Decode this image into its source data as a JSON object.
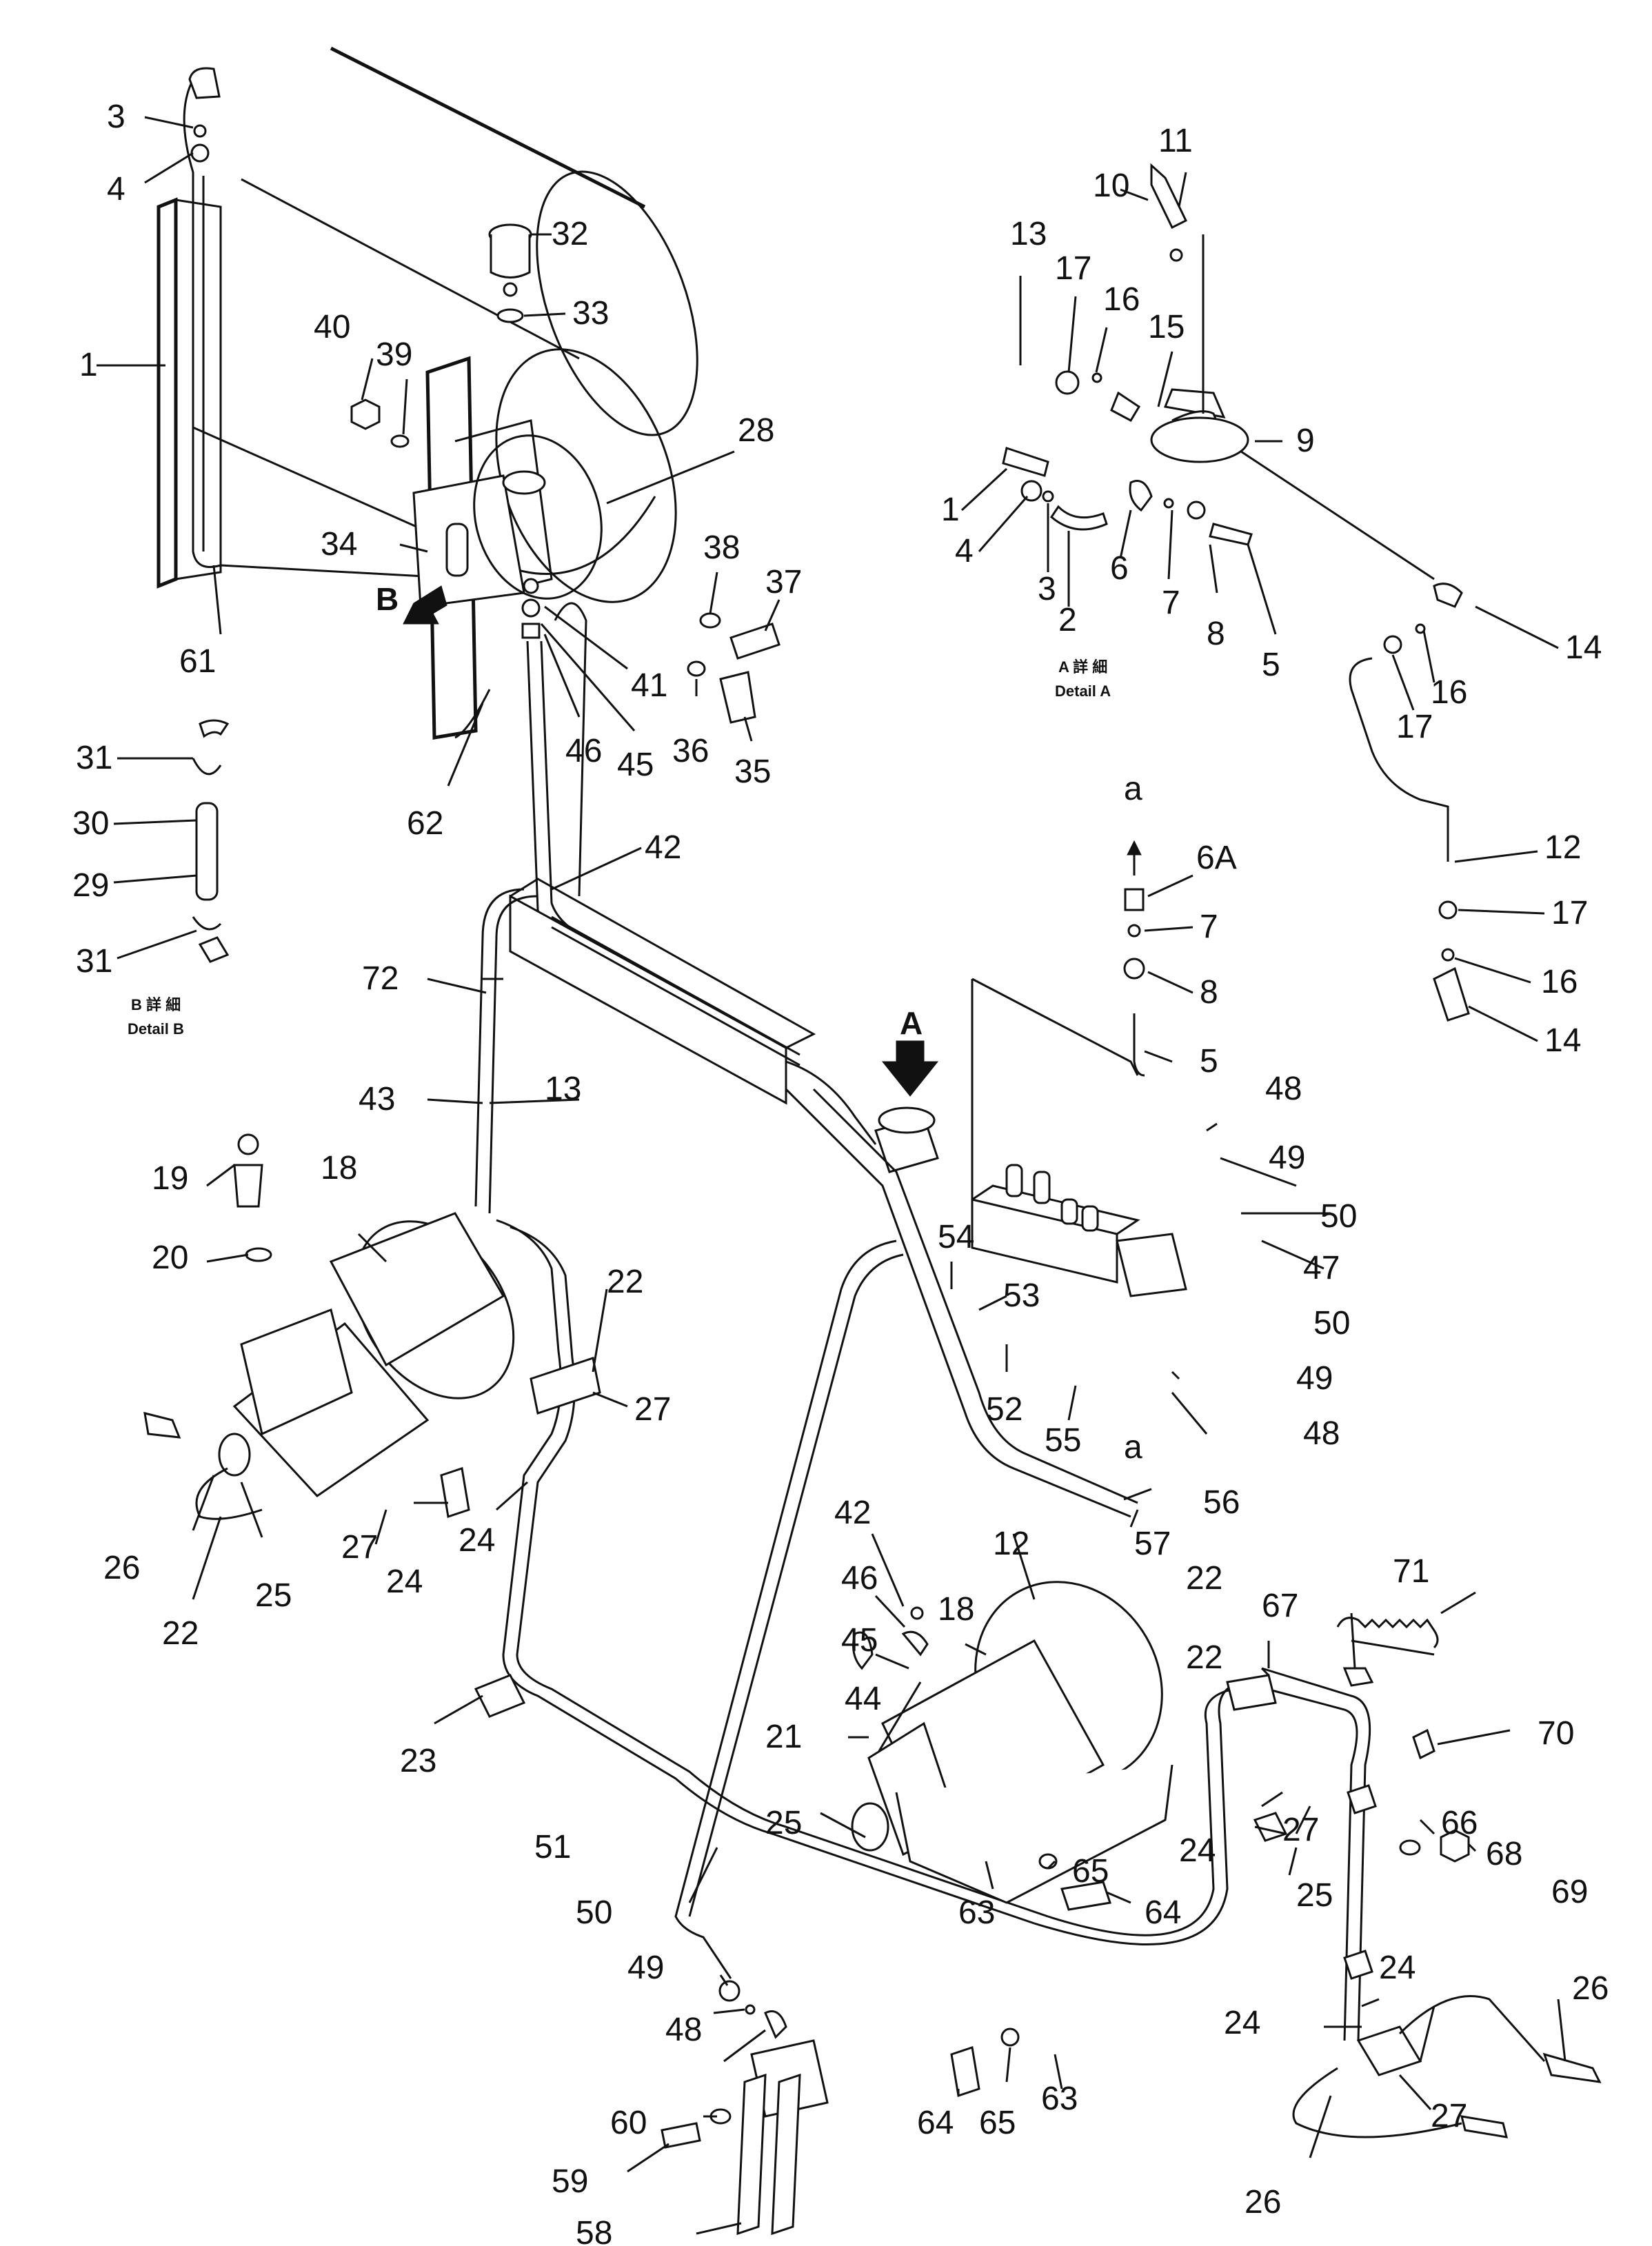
{
  "labels": [
    {
      "id": "l3",
      "text": "3"
    },
    {
      "id": "l4a",
      "text": "4"
    },
    {
      "id": "l1a",
      "text": "1"
    },
    {
      "id": "l32",
      "text": "32"
    },
    {
      "id": "l33",
      "text": "33"
    },
    {
      "id": "l40",
      "text": "40"
    },
    {
      "id": "l39",
      "text": "39"
    },
    {
      "id": "l28",
      "text": "28"
    },
    {
      "id": "l34",
      "text": "34"
    },
    {
      "id": "l38",
      "text": "38"
    },
    {
      "id": "l37",
      "text": "37"
    },
    {
      "id": "l61",
      "text": "61"
    },
    {
      "id": "l41",
      "text": "41"
    },
    {
      "id": "l46a",
      "text": "46"
    },
    {
      "id": "l36",
      "text": "36"
    },
    {
      "id": "l35",
      "text": "35"
    },
    {
      "id": "l45a",
      "text": "45"
    },
    {
      "id": "l62",
      "text": "62"
    },
    {
      "id": "l31a",
      "text": "31"
    },
    {
      "id": "l30",
      "text": "30"
    },
    {
      "id": "l29",
      "text": "29"
    },
    {
      "id": "l31b",
      "text": "31"
    },
    {
      "id": "l42a",
      "text": "42"
    },
    {
      "id": "l72",
      "text": "72"
    },
    {
      "id": "l43",
      "text": "43"
    },
    {
      "id": "l13a",
      "text": "13"
    },
    {
      "id": "l19",
      "text": "19"
    },
    {
      "id": "l18a",
      "text": "18"
    },
    {
      "id": "l20",
      "text": "20"
    },
    {
      "id": "l22a",
      "text": "22"
    },
    {
      "id": "l27a",
      "text": "27"
    },
    {
      "id": "l26a",
      "text": "26"
    },
    {
      "id": "l27b",
      "text": "27"
    },
    {
      "id": "l24a",
      "text": "24"
    },
    {
      "id": "l24b",
      "text": "24"
    },
    {
      "id": "l25a",
      "text": "25"
    },
    {
      "id": "l22b",
      "text": "22"
    },
    {
      "id": "l11",
      "text": "11"
    },
    {
      "id": "l10",
      "text": "10"
    },
    {
      "id": "l13b",
      "text": "13"
    },
    {
      "id": "l17a",
      "text": "17"
    },
    {
      "id": "l16a",
      "text": "16"
    },
    {
      "id": "l15",
      "text": "15"
    },
    {
      "id": "l9",
      "text": "9"
    },
    {
      "id": "l1b",
      "text": "1"
    },
    {
      "id": "l4b",
      "text": "4"
    },
    {
      "id": "l3b",
      "text": "3"
    },
    {
      "id": "l2",
      "text": "2"
    },
    {
      "id": "l6",
      "text": "6"
    },
    {
      "id": "l7a",
      "text": "7"
    },
    {
      "id": "l8a",
      "text": "8"
    },
    {
      "id": "l5a",
      "text": "5"
    },
    {
      "id": "l14a",
      "text": "14"
    },
    {
      "id": "l16b",
      "text": "16"
    },
    {
      "id": "l17b",
      "text": "17"
    },
    {
      "id": "la1",
      "text": "a"
    },
    {
      "id": "l6A",
      "text": "6A"
    },
    {
      "id": "l7b",
      "text": "7"
    },
    {
      "id": "l8b",
      "text": "8"
    },
    {
      "id": "l5b",
      "text": "5"
    },
    {
      "id": "l12a",
      "text": "12"
    },
    {
      "id": "l17c",
      "text": "17"
    },
    {
      "id": "l16c",
      "text": "16"
    },
    {
      "id": "l14b",
      "text": "14"
    },
    {
      "id": "l48a",
      "text": "48"
    },
    {
      "id": "l49a",
      "text": "49"
    },
    {
      "id": "l50a",
      "text": "50"
    },
    {
      "id": "l47",
      "text": "47"
    },
    {
      "id": "l54",
      "text": "54"
    },
    {
      "id": "l53",
      "text": "53"
    },
    {
      "id": "l50b",
      "text": "50"
    },
    {
      "id": "l49b",
      "text": "49"
    },
    {
      "id": "l52",
      "text": "52"
    },
    {
      "id": "l55",
      "text": "55"
    },
    {
      "id": "la2",
      "text": "a"
    },
    {
      "id": "l48b",
      "text": "48"
    },
    {
      "id": "l56",
      "text": "56"
    },
    {
      "id": "l57",
      "text": "57"
    },
    {
      "id": "l42b",
      "text": "42"
    },
    {
      "id": "l12b",
      "text": "12"
    },
    {
      "id": "l46b",
      "text": "46"
    },
    {
      "id": "l18b",
      "text": "18"
    },
    {
      "id": "l45b",
      "text": "45"
    },
    {
      "id": "l44",
      "text": "44"
    },
    {
      "id": "l22c",
      "text": "22"
    },
    {
      "id": "l71",
      "text": "71"
    },
    {
      "id": "l67",
      "text": "67"
    },
    {
      "id": "l22d",
      "text": "22"
    },
    {
      "id": "l21",
      "text": "21"
    },
    {
      "id": "l70",
      "text": "70"
    },
    {
      "id": "l23",
      "text": "23"
    },
    {
      "id": "l25b",
      "text": "25"
    },
    {
      "id": "l27c",
      "text": "27"
    },
    {
      "id": "l24c",
      "text": "24"
    },
    {
      "id": "l66",
      "text": "66"
    },
    {
      "id": "l68",
      "text": "68"
    },
    {
      "id": "l25c",
      "text": "25"
    },
    {
      "id": "l69",
      "text": "69"
    },
    {
      "id": "l65a",
      "text": "65"
    },
    {
      "id": "l64a",
      "text": "64"
    },
    {
      "id": "l63a",
      "text": "63"
    },
    {
      "id": "l51",
      "text": "51"
    },
    {
      "id": "l24d",
      "text": "24"
    },
    {
      "id": "l26b",
      "text": "26"
    },
    {
      "id": "l50c",
      "text": "50"
    },
    {
      "id": "l24e",
      "text": "24"
    },
    {
      "id": "l49c",
      "text": "49"
    },
    {
      "id": "l48c",
      "text": "48"
    },
    {
      "id": "l64b",
      "text": "64"
    },
    {
      "id": "l65b",
      "text": "65"
    },
    {
      "id": "l63b",
      "text": "63"
    },
    {
      "id": "l27d",
      "text": "27"
    },
    {
      "id": "l60",
      "text": "60"
    },
    {
      "id": "l59",
      "text": "59"
    },
    {
      "id": "l26c",
      "text": "26"
    },
    {
      "id": "l58",
      "text": "58"
    }
  ],
  "details": {
    "detail_a_jp": "A 詳 細",
    "detail_a_en": "Detail A",
    "detail_b_jp": "B 詳 細",
    "detail_b_en": "Detail B",
    "arrow_a": "A",
    "arrow_b": "B"
  }
}
